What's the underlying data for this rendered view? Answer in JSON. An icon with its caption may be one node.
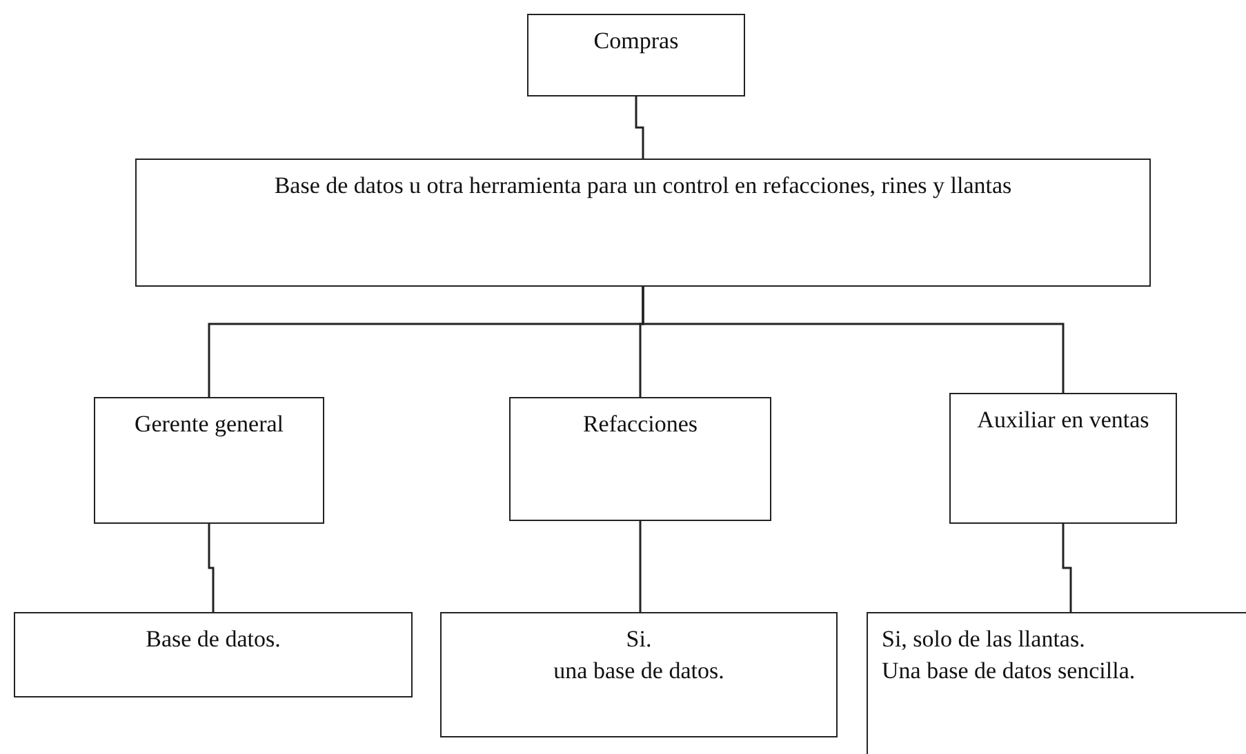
{
  "diagram": {
    "nodes": [
      {
        "text": [
          "Compras"
        ]
      },
      {
        "text": [
          "Base de datos u otra herramienta para un control en refacciones, rines y llantas"
        ]
      },
      {
        "text": [
          "Gerente general"
        ]
      },
      {
        "text": [
          "Refacciones"
        ]
      },
      {
        "text": [
          "Auxiliar en ventas"
        ]
      },
      {
        "text": [
          "Base de datos."
        ]
      },
      {
        "text": [
          "Si.",
          "una base de datos."
        ]
      },
      {
        "text": [
          "Si, solo de las llantas.",
          "Una base de datos sencilla."
        ]
      }
    ],
    "edges": [
      {
        "from": 0,
        "to": 1,
        "arrow": "none"
      },
      {
        "from": 1,
        "to": 2,
        "arrow": "none"
      },
      {
        "from": 1,
        "to": 3,
        "arrow": "none"
      },
      {
        "from": 1,
        "to": 4,
        "arrow": "none"
      },
      {
        "from": 2,
        "to": 5,
        "arrow": "none"
      },
      {
        "from": 3,
        "to": 6,
        "arrow": "none"
      },
      {
        "from": 4,
        "to": 7,
        "arrow": "none"
      }
    ]
  }
}
